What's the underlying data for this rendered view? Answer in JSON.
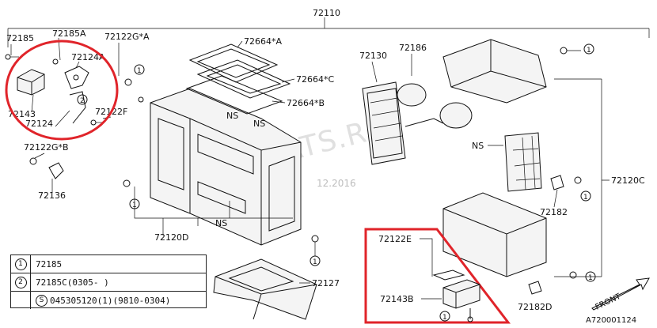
{
  "labels": {
    "top": "72110",
    "l72185": "72185",
    "l72185a": "72185A",
    "l72124a": "72124A",
    "l72122ga": "72122G*A",
    "l72664a": "72664*A",
    "l72664c": "72664*C",
    "l72664b": "72664*B",
    "l72143": "72143",
    "l72124": "72124",
    "l72122f": "72122F",
    "l72122gb": "72122G*B",
    "l72136": "72136",
    "ns1": "NS",
    "ns2": "NS",
    "ns3": "NS",
    "ns4": "NS",
    "l72120d": "72120D",
    "l72130": "72130",
    "l72186": "72186",
    "l72120c": "72120C",
    "l72182": "72182",
    "l72127": "72127",
    "l72122e": "72122E",
    "l72143b": "72143B",
    "l72182d": "72182D",
    "front": "FRONT",
    "callout1": "1",
    "callout2": "2"
  },
  "watermark": {
    "site": "JAPANCATS.RU",
    "date": "12.2016"
  },
  "legend": {
    "rows": [
      {
        "marker": "1",
        "text": "72185"
      },
      {
        "marker": "2",
        "text": "72185C(0305-  )"
      },
      {
        "marker": "S",
        "text": "045305120(1)(9810-0304)"
      }
    ]
  },
  "figure_id": "A720001124",
  "colors": {
    "highlight": "#e0242a",
    "line": "#111111"
  }
}
